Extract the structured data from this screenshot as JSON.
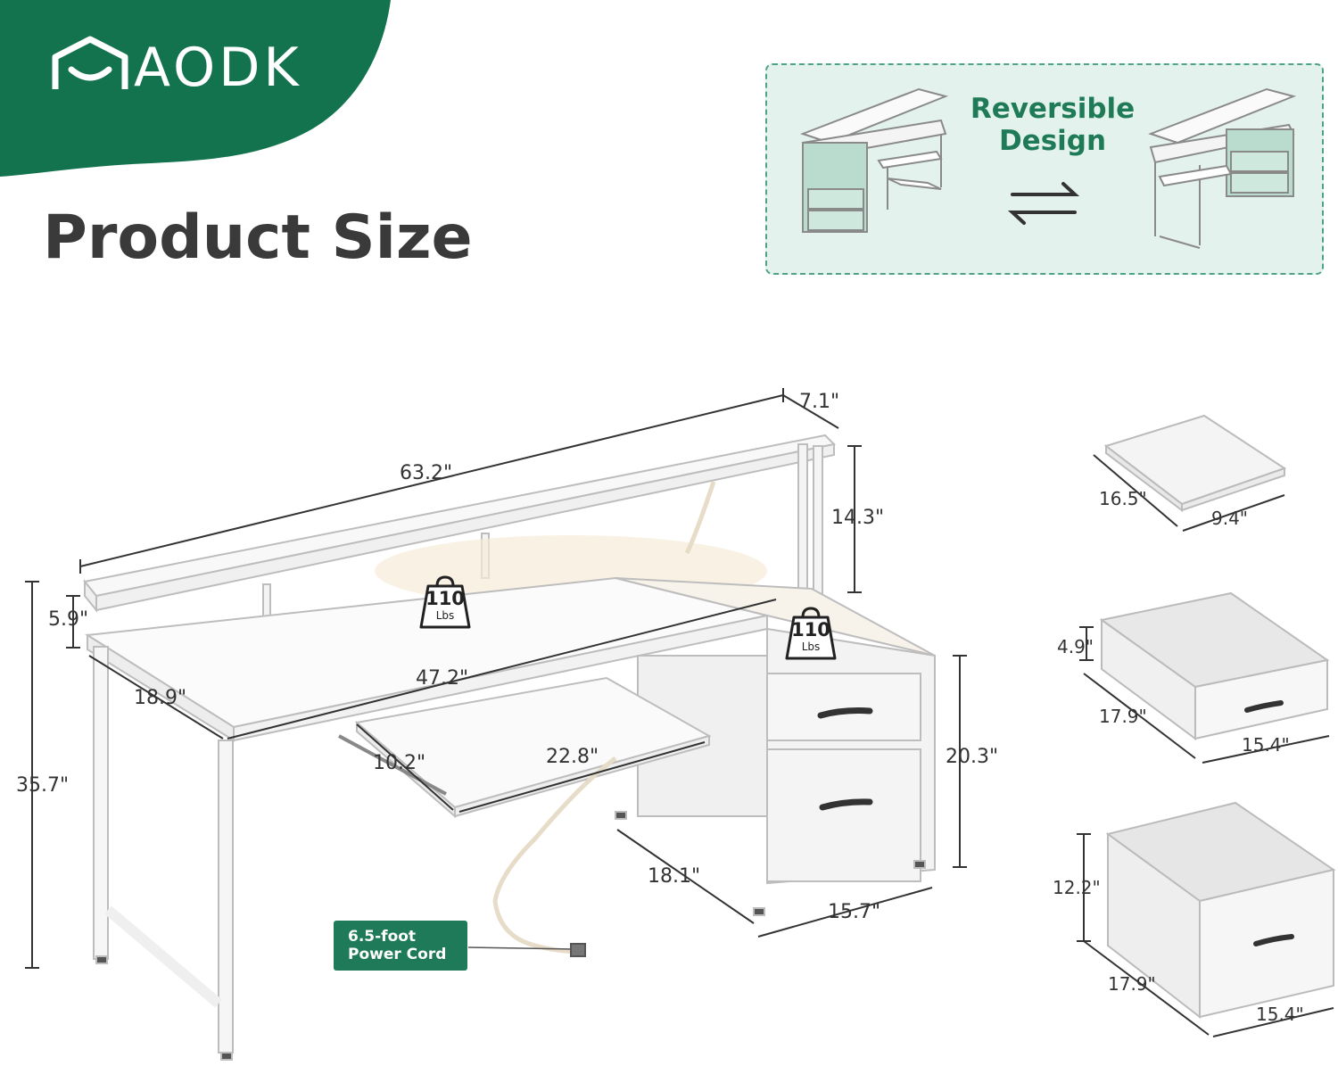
{
  "brand": {
    "name": "AODK",
    "color": "#13734f"
  },
  "title": "Product Size",
  "reversible": {
    "line1": "Reversible",
    "line2": "Design",
    "arrows_icon": "swap-arrows"
  },
  "dimensions": {
    "hutch_width": "63.2\"",
    "hutch_depth": "7.1\"",
    "hutch_height": "14.3\"",
    "hutch_gap": "5.9\"",
    "desk_width": "47.2\"",
    "desk_depth": "18.9\"",
    "desk_height": "35.7\"",
    "keyboard_depth": "10.2\"",
    "keyboard_width": "22.8\"",
    "cabinet_height": "20.3\"",
    "cabinet_depth": "18.1\"",
    "cabinet_width": "15.7\"",
    "tray_depth": "16.5\"",
    "tray_width": "9.4\"",
    "small_drawer_height": "4.9\"",
    "small_drawer_depth": "17.9\"",
    "small_drawer_width": "15.4\"",
    "file_drawer_height": "12.2\"",
    "file_drawer_depth": "17.9\"",
    "file_drawer_width": "15.4\""
  },
  "weights": [
    {
      "value": "110",
      "unit": "Lbs"
    },
    {
      "value": "110",
      "unit": "Lbs"
    }
  ],
  "power_cord": {
    "line1": "6.5-foot",
    "line2": "Power Cord"
  }
}
